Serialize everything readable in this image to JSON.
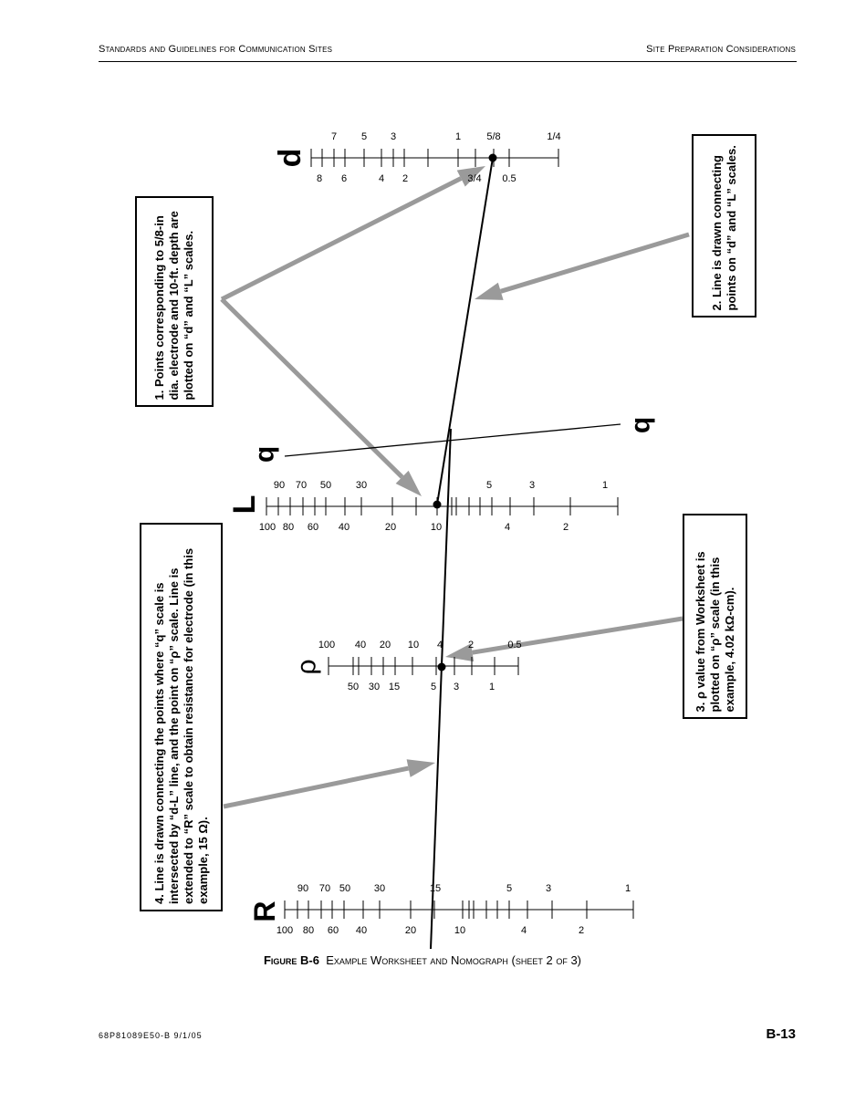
{
  "header": {
    "left": "Standards and Guidelines for Communication Sites",
    "right": "Site Preparation Considerations"
  },
  "scales": {
    "d": {
      "name": "d",
      "top": [
        "7",
        "5",
        "3",
        "1",
        "5/8",
        "1/4"
      ],
      "bottom": [
        "8",
        "6",
        "4",
        "2",
        "3/4",
        "0.5"
      ]
    },
    "L": {
      "name": "L",
      "top": [
        "90",
        "70",
        "50",
        "30",
        "5",
        "3",
        "1"
      ],
      "bottom": [
        "100",
        "80",
        "60",
        "40",
        "20",
        "10",
        "4",
        "2"
      ]
    },
    "rho": {
      "name": "ρ",
      "top": [
        "100",
        "40",
        "20",
        "10",
        "4",
        "2",
        "0.5"
      ],
      "bottom": [
        "50",
        "30",
        "15",
        "5",
        "3",
        "1"
      ]
    },
    "R": {
      "name": "R",
      "top": [
        "90",
        "70",
        "50",
        "30",
        "15",
        "5",
        "3",
        "1"
      ],
      "bottom": [
        "100",
        "80",
        "60",
        "40",
        "20",
        "10",
        "4",
        "2"
      ]
    },
    "q": {
      "name": "q"
    }
  },
  "notes": [
    {
      "num": "1.",
      "text": "Points corresponding to 5/8-in dia. electrode and 10-ft. depth are plotted on “d” and “L” scales."
    },
    {
      "num": "2.",
      "text": "Line is drawn connecting points on “d” and “L” scales."
    },
    {
      "num": "3.",
      "text": "ρ value from Worksheet is plotted on “ρ” scale (in this example, 4.02 kΩ-cm)."
    },
    {
      "num": "4.",
      "text": "Line is drawn connecting the points where “q” scale is intersected by “d-L” line, and the point on “ρ” scale. Line is extended to “R” scale to obtain resistance for electrode (in this example, 15 Ω)."
    }
  ],
  "caption": {
    "label": "Figure B-6",
    "text": "Example Worksheet and Nomograph (sheet 2 of 3)"
  },
  "footer": {
    "doc": "68P81089E50-B   9/1/05",
    "page": "B-13"
  },
  "colors": {
    "arrow": "#9a9a9a",
    "ink": "#000000"
  }
}
